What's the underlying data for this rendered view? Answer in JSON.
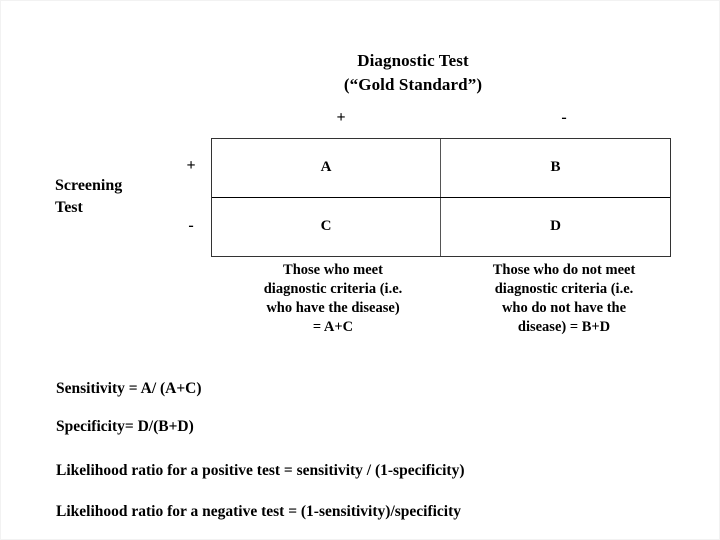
{
  "slide": {
    "background_color": "#ffffff",
    "text_color": "#000000"
  },
  "title": {
    "line1": "Diagnostic Test",
    "line2": "(“Gold Standard”)"
  },
  "screening_label": {
    "line1": "Screening",
    "line2": "Test"
  },
  "column_headers": {
    "positive": "+",
    "negative": "-"
  },
  "row_headers": {
    "positive": "+",
    "negative": "-"
  },
  "matrix": {
    "rows": [
      {
        "cells": [
          {
            "label": "A"
          },
          {
            "label": "B"
          }
        ]
      },
      {
        "cells": [
          {
            "label": "C"
          },
          {
            "label": "D"
          }
        ]
      }
    ],
    "border_color": "#333333"
  },
  "captions": {
    "left": {
      "line1": "Those who meet",
      "line2": "diagnostic criteria  (i.e.",
      "line3": "who have the disease)",
      "line4": "= A+C"
    },
    "right": {
      "line1": "Those who do not meet",
      "line2": "diagnostic criteria (i.e.",
      "line3": "who do not have the",
      "line4": "disease) = B+D"
    }
  },
  "formulas": {
    "sensitivity": "Sensitivity = A/ (A+C)",
    "specificity": "Specificity= D/(B+D)",
    "likelihood_ratio_positive": "Likelihood ratio for a positive test = sensitivity / (1-specificity)",
    "likelihood_ratio_negative": "Likelihood ratio for a negative test = (1-sensitivity)/specificity"
  }
}
